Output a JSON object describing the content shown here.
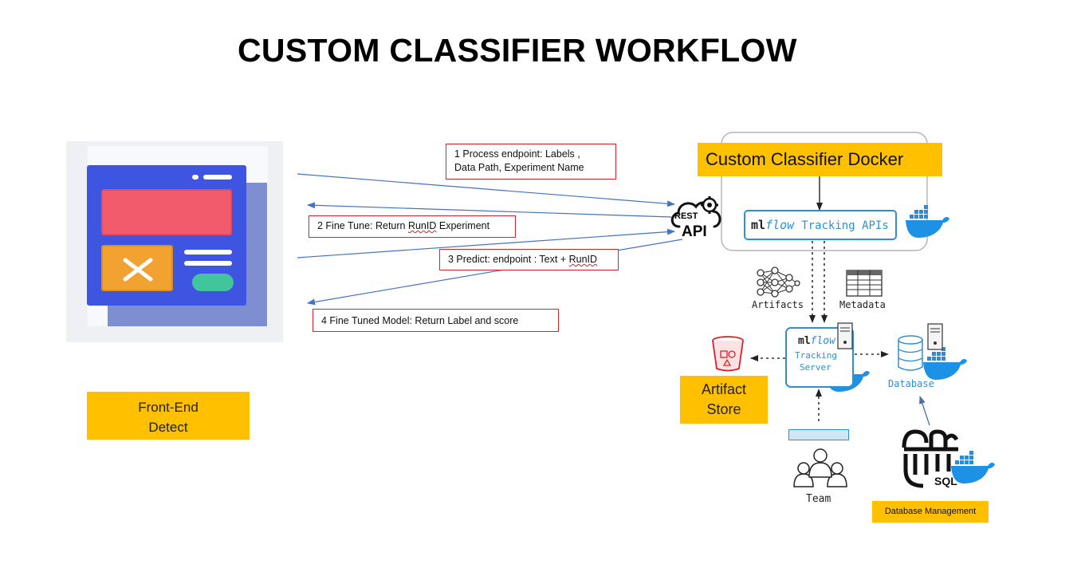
{
  "title": "CUSTOM CLASSIFIER WORKFLOW",
  "steps": {
    "step1_line1": "1 Process endpoint: Labels ,",
    "step1_line2": "Data Path, Experiment Name",
    "step2_prefix": "2 Fine Tune: Return ",
    "step2_runid": "RunID",
    "step2_suffix": " Experiment",
    "step3_prefix": "3 Predict: endpoint : Text + ",
    "step3_runid": "RunID",
    "step4": "4 Fine Tuned Model: Return Label and score"
  },
  "labels": {
    "frontend_line1": "Front-End",
    "frontend_line2": "Detect",
    "docker_title": "Custom Classifier Docker",
    "artifact_line1": "Artifact",
    "artifact_line2": "Store",
    "db_management": "Database Management"
  },
  "rest_api": {
    "line1": "REST",
    "line2": "API"
  },
  "mlflow": {
    "logo_ml": "ml",
    "logo_flow": "flow",
    "tracking_apis": "Tracking APIs",
    "server_line1": "Tracking",
    "server_line2": "Server",
    "artifacts": "Artifacts",
    "metadata": "Metadata",
    "database": "Database",
    "team": "Team",
    "sql": "SQL"
  },
  "colors": {
    "ui_blue": "#3d55e0",
    "ui_red": "#f15b6b",
    "ui_orange": "#f2a230",
    "ui_green": "#42c59a",
    "yellow": "#ffc000",
    "arrow_blue": "#4472c4",
    "mlflow_blue": "#2d8fd5",
    "docker_blue": "#1d91e6",
    "red_border": "#d9222a"
  }
}
